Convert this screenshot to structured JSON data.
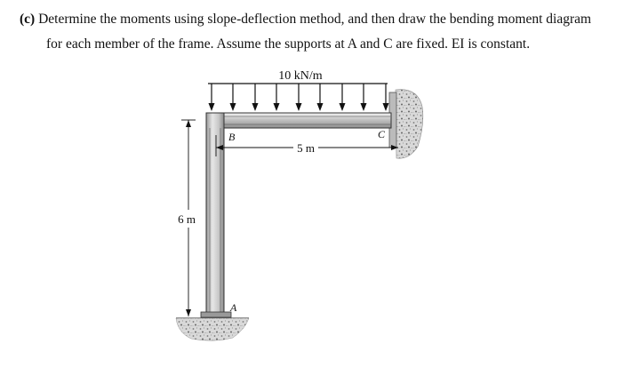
{
  "problem": {
    "label": "(c)",
    "line1": "Determine the moments using slope-deflection method, and then draw the bending moment diagram",
    "line2": "for each member of the frame. Assume the supports at A and C are fixed. EI is constant."
  },
  "figure": {
    "load_label": "10 kN/m",
    "span_label": "5 m",
    "height_label": "6 m",
    "joint_b": "B",
    "joint_c": "C",
    "joint_a": "A"
  }
}
